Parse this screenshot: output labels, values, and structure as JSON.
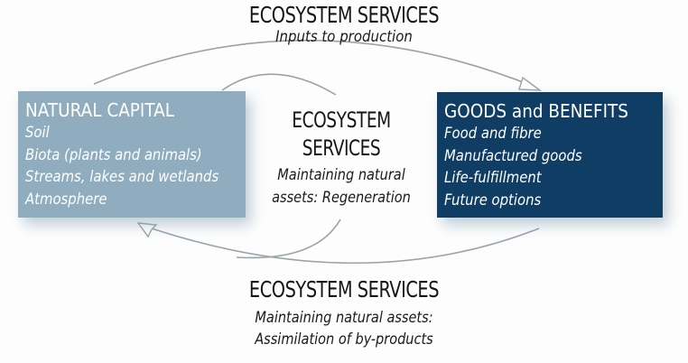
{
  "diagram": {
    "top": {
      "title": "ECOSYSTEM SERVICES",
      "subtitle": "Inputs to production"
    },
    "middle": {
      "title_line1": "ECOSYSTEM",
      "title_line2": "SERVICES",
      "subtitle_line1": "Maintaining natural",
      "subtitle_line2": "assets: Regeneration"
    },
    "bottom": {
      "title": "ECOSYSTEM SERVICES",
      "subtitle_line1": "Maintaining natural assets:",
      "subtitle_line2": "Assimilation of by-products"
    },
    "natural_capital": {
      "title": "NATURAL CAPITAL",
      "items": [
        "Soil",
        "Biota (plants and animals)",
        "Streams, lakes and wetlands",
        "Atmosphere"
      ],
      "color": "#8fadbf"
    },
    "goods_benefits": {
      "title": "GOODS and BENEFITS",
      "items": [
        "Food and fibre",
        "Manufactured goods",
        "Life-fulfillment",
        "Future options"
      ],
      "color": "#0f3d63"
    },
    "arrow_color": "#9aa3a8"
  }
}
